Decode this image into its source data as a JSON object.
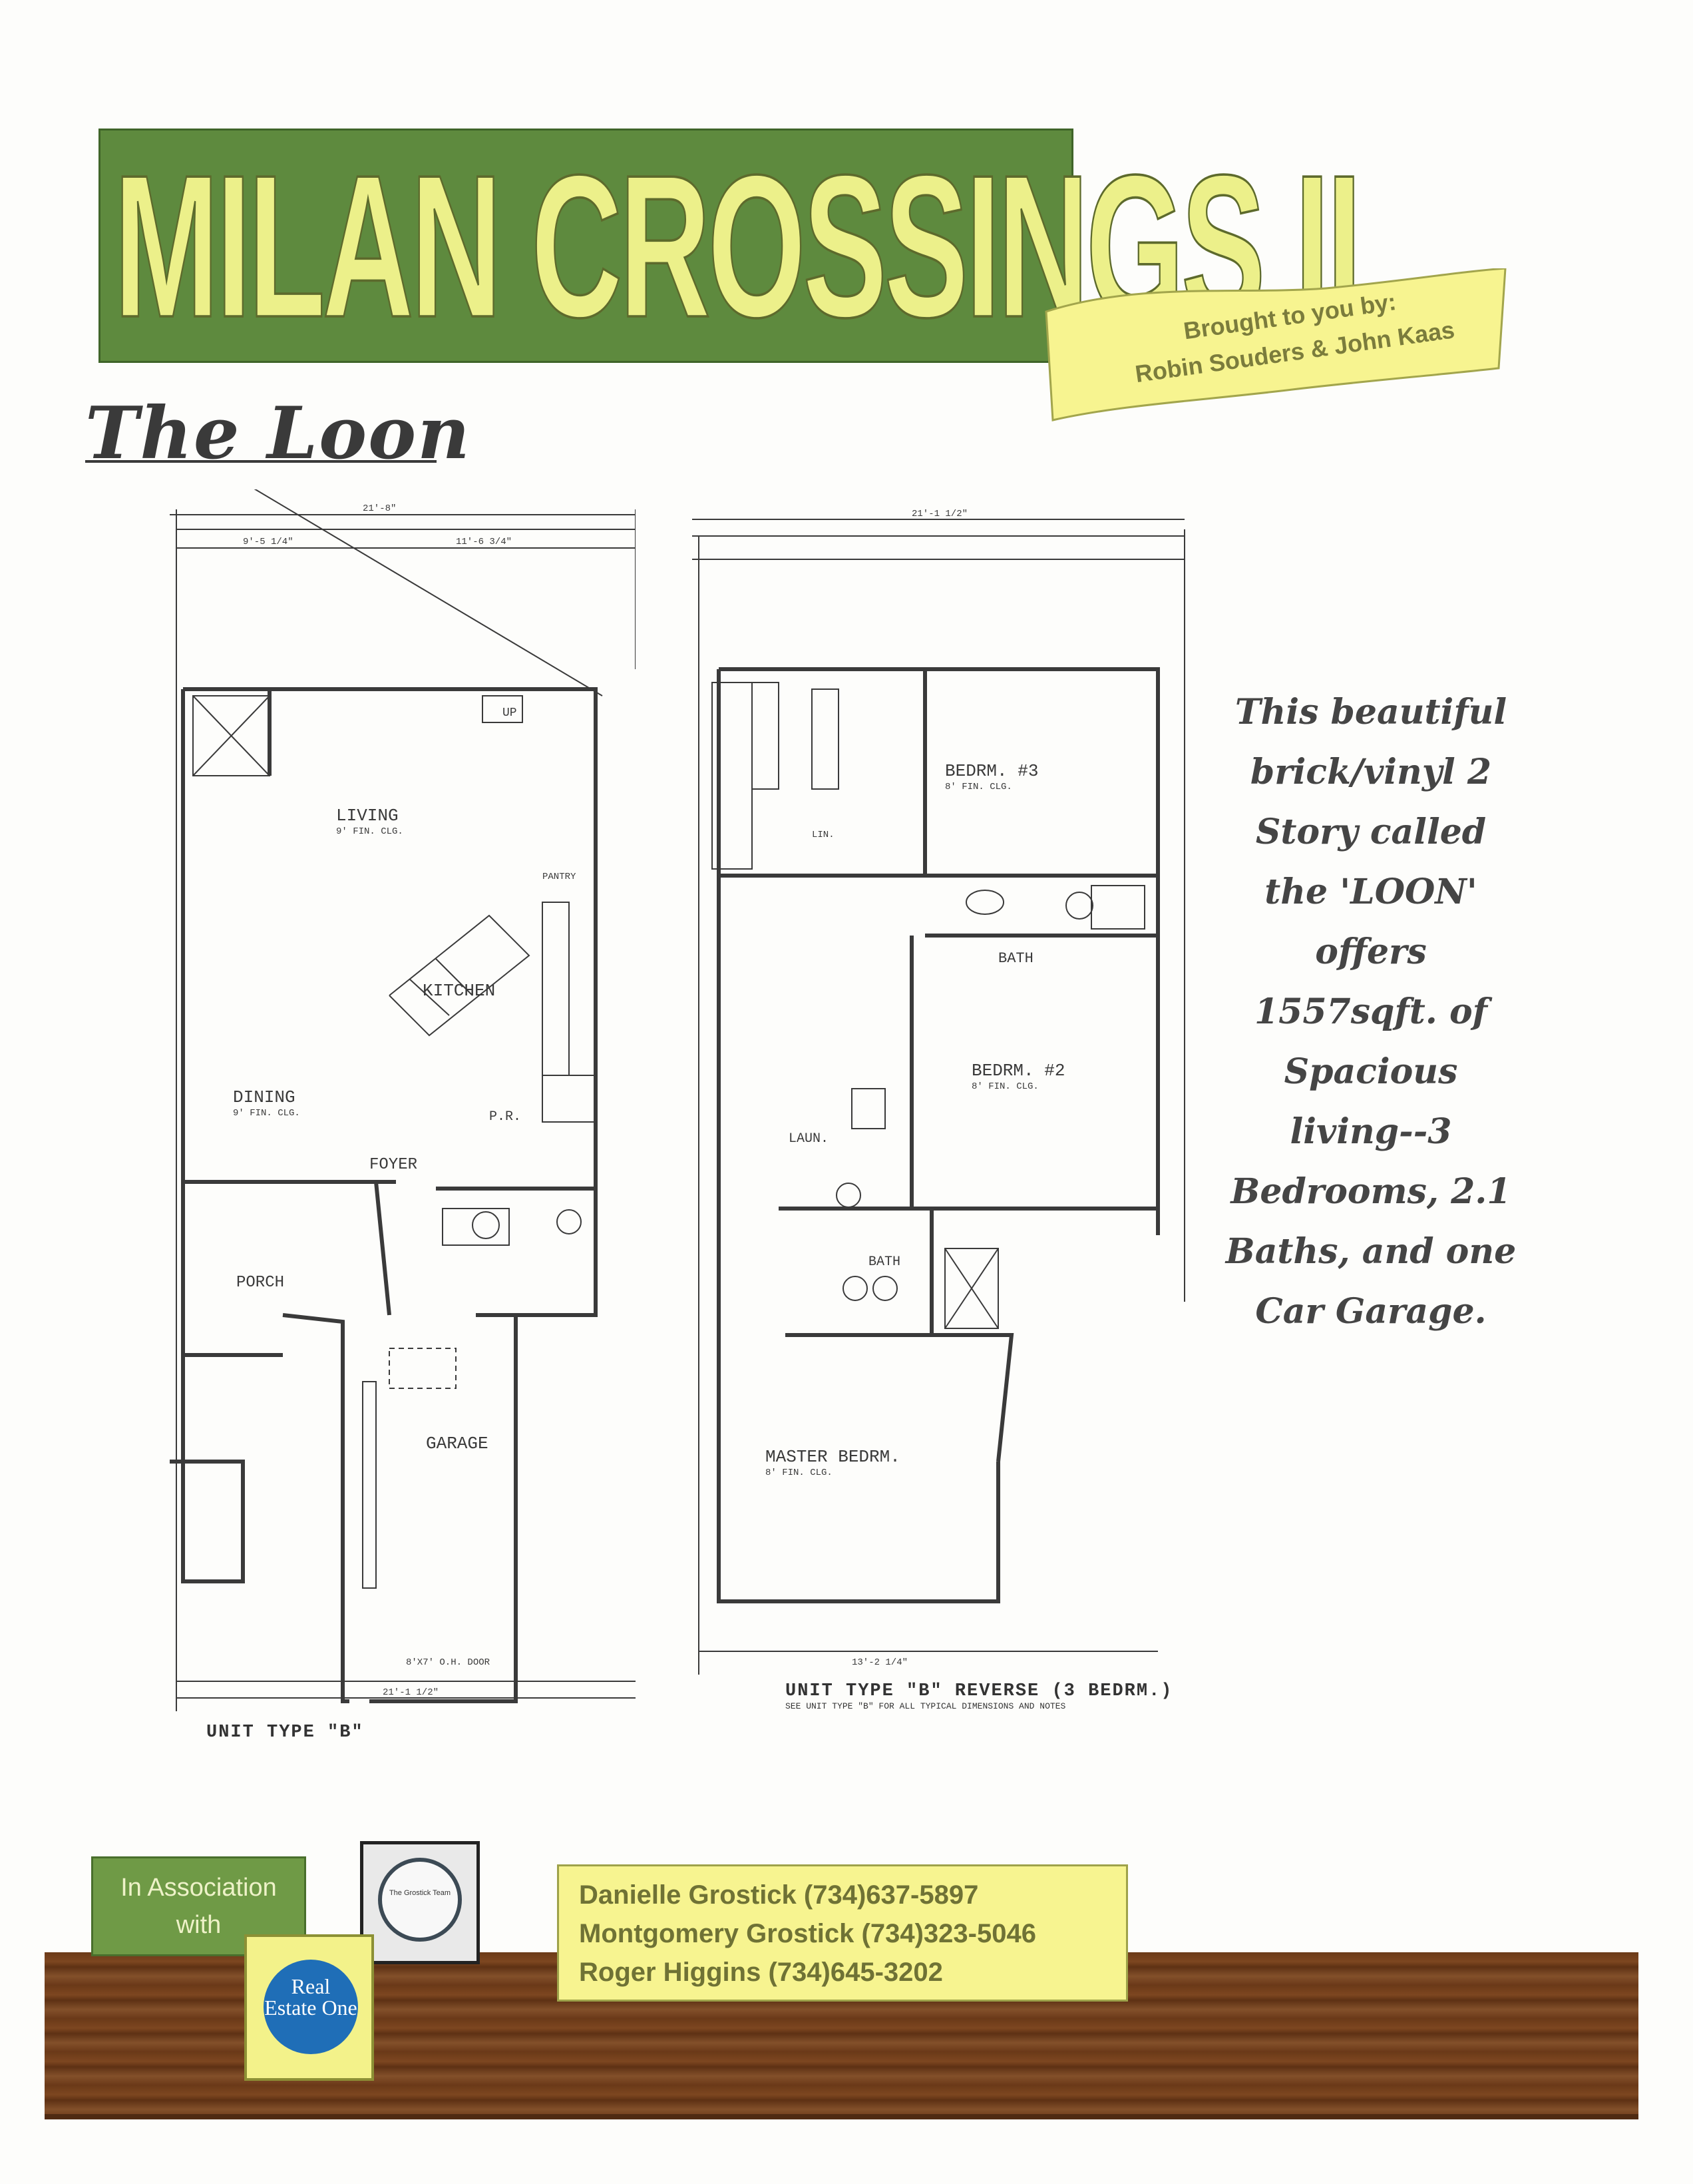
{
  "banner": {
    "title": "MILAN CROSSINGS II"
  },
  "byline": {
    "line1": "Brought to you by:",
    "line2": "Robin Souders & John Kaas"
  },
  "model": {
    "name": "The Loon"
  },
  "plan1": {
    "labels": {
      "top_dim": "21'-8\"",
      "dim_left": "9'-5 1/4\"",
      "dim_right": "11'-6 3/4\"",
      "living": "LIVING",
      "living_clg": "9' FIN. CLG.",
      "kitchen": "KITCHEN",
      "dining": "DINING",
      "dining_clg": "9' FIN. CLG.",
      "foyer": "FOYER",
      "porch": "PORCH",
      "pr": "P.R.",
      "garage": "GARAGE",
      "pantry": "PANTRY",
      "up": "UP",
      "bottom_dim": "21'-1 1/2\"",
      "ohdoor": "8'X7' O.H. DOOR"
    },
    "caption": "UNIT TYPE \"B\""
  },
  "plan2": {
    "labels": {
      "top_dim": "21'-1 1/2\"",
      "bed3": "BEDRM. #3",
      "bed3_clg": "8' FIN. CLG.",
      "bed2": "BEDRM. #2",
      "bed2_clg": "8' FIN. CLG.",
      "bath1": "BATH",
      "bath2": "BATH",
      "laun": "LAUN.",
      "lin": "LIN.",
      "master": "MASTER BEDRM.",
      "master_clg": "8' FIN. CLG.",
      "bottom_dim": "13'-2 1/4\""
    },
    "caption": "UNIT TYPE \"B\" REVERSE (3 BEDRM.)",
    "subcaption": "SEE UNIT TYPE \"B\" FOR ALL TYPICAL DIMENSIONS AND NOTES"
  },
  "description": [
    "This beautiful",
    "brick/vinyl 2",
    "Story called",
    "the 'LOON'",
    "offers",
    "1557sqft. of",
    "Spacious",
    "living--3",
    "Bedrooms, 2.1",
    "Baths, and one",
    "Car Garage."
  ],
  "footer": {
    "assoc_line1": "In Association",
    "assoc_line2": "with",
    "team_logo_text": "The Grostick Team",
    "reo_text": "Real Estate One",
    "contacts": [
      "Danielle Grostick (734)637-5897",
      "Montgomery Grostick (734)323-5046",
      "Roger Higgins (734)645-3202"
    ]
  }
}
